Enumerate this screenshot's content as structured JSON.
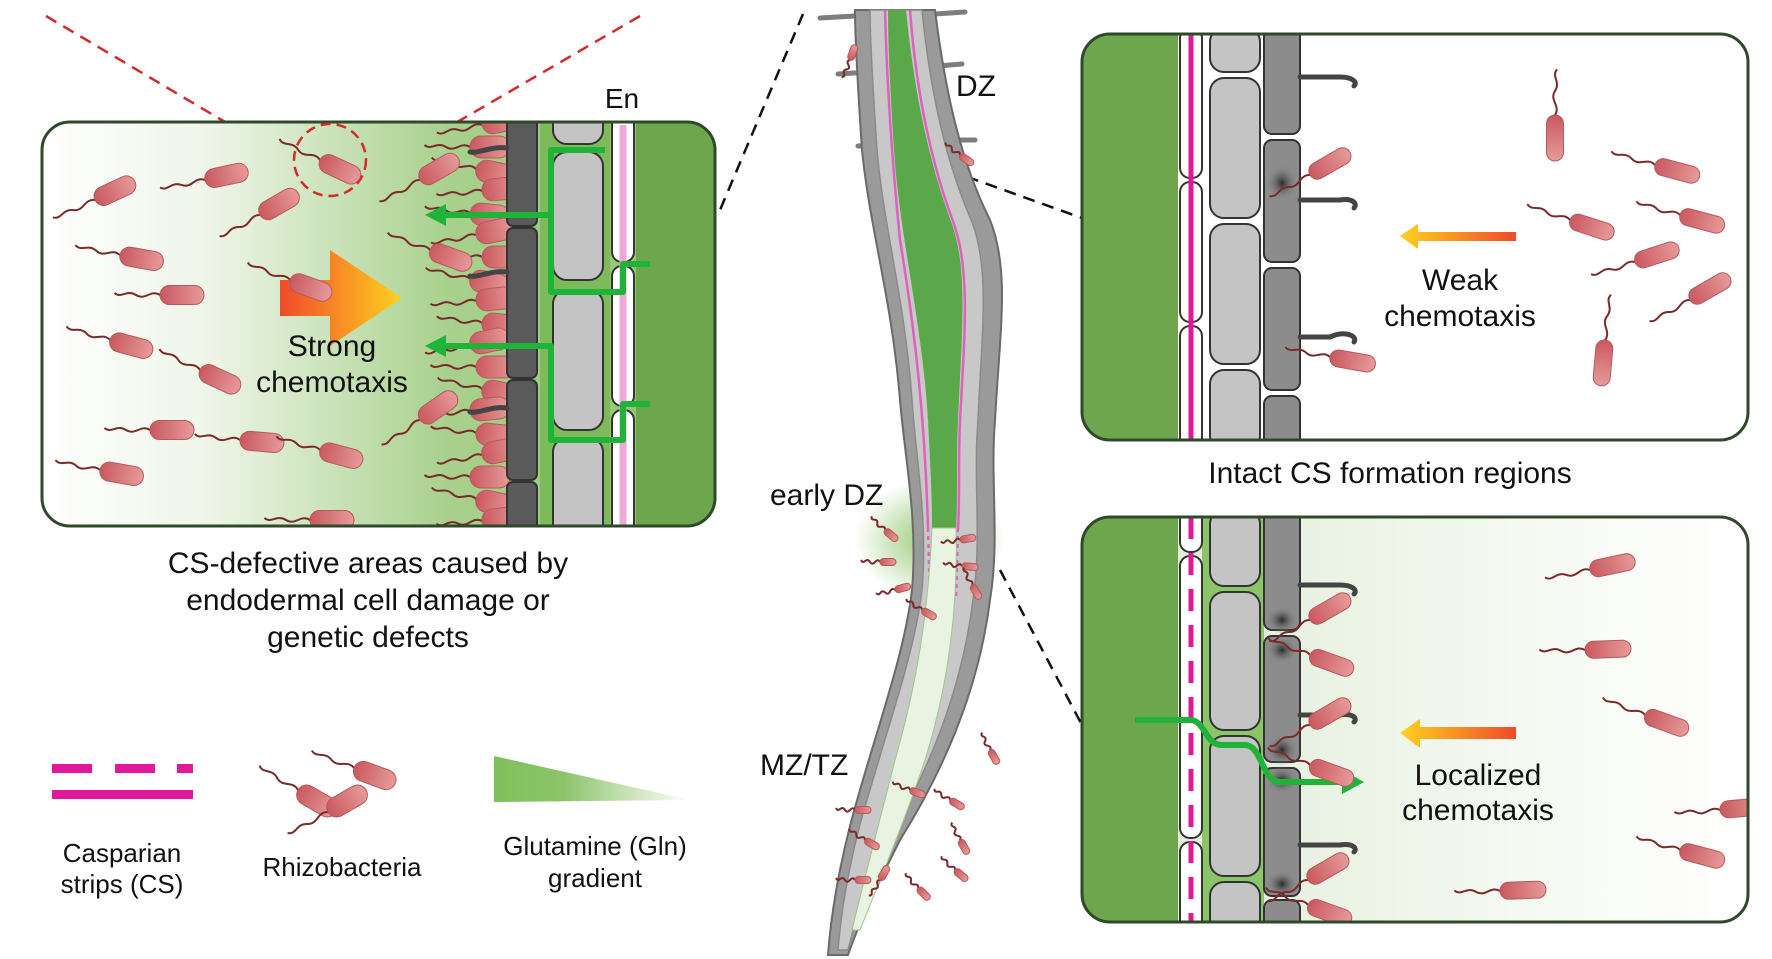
{
  "colors": {
    "stele_green": "#6ea64e",
    "stele_green_dark": "#5f9a43",
    "gln_green": "#8cc46a",
    "casparian_magenta": "#e0199a",
    "bacteria_fill": "#d9767a",
    "bacteria_stroke": "#a74a4e",
    "flagellum": "#7a2a2a",
    "epidermis_dark": "#5a5a5a",
    "epidermis_mid": "#8c8c8c",
    "cortex_light": "#c4c4c4",
    "gln_arrow": "#1fb33a",
    "chemotaxis_arrow_start": "#f04a2a",
    "chemotaxis_arrow_end": "#ffd21e",
    "zoom_lines_red": "#d42a2a",
    "zoom_lines_black": "#111111",
    "box_border": "#2f4a2a"
  },
  "left_panel": {
    "layer_label": "En",
    "arrow_label_line1": "Strong",
    "arrow_label_line2": "chemotaxis",
    "caption_line1": "CS-defective areas caused by",
    "caption_line2": "endodermal cell damage or",
    "caption_line3": "genetic defects"
  },
  "root": {
    "zone_dz": "DZ",
    "zone_early_dz": "early DZ",
    "zone_mz_tz": "MZ/TZ"
  },
  "top_right_panel": {
    "arrow_label_line1": "Weak",
    "arrow_label_line2": "chemotaxis",
    "caption": "Intact CS formation regions"
  },
  "bottom_right_panel": {
    "arrow_label_line1": "Localized",
    "arrow_label_line2": "chemotaxis"
  },
  "legend": {
    "items": [
      {
        "icon": "casparian-strip-icon",
        "label_line1": "Casparian",
        "label_line2": "strips (CS)"
      },
      {
        "icon": "rhizobacteria-icon",
        "label_line1": "Rhizobacteria",
        "label_line2": ""
      },
      {
        "icon": "gln-gradient-icon",
        "label_line1": "Glutamine (Gln)",
        "label_line2": "gradient"
      }
    ]
  }
}
